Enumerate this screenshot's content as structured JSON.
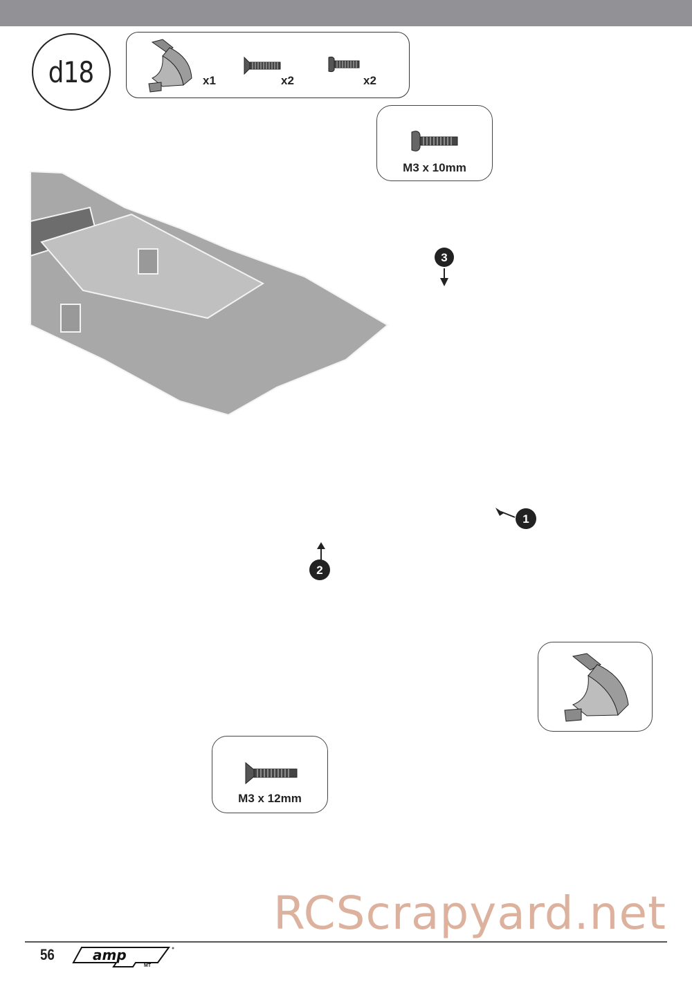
{
  "header": {
    "bar_color": "#919196"
  },
  "step": {
    "label": "d18"
  },
  "parts_box": {
    "items": [
      {
        "part": "motor-guard",
        "qty": "x1"
      },
      {
        "part": "flat-head-screw",
        "qty": "x2"
      },
      {
        "part": "button-head-screw",
        "qty": "x2"
      }
    ]
  },
  "callouts": {
    "top_screw": {
      "label": "M3 x 10mm"
    },
    "bottom_screw": {
      "label": "M3 x 12mm"
    }
  },
  "sequence_markers": [
    {
      "number": "1",
      "direction": "up-left"
    },
    {
      "number": "2",
      "direction": "up"
    },
    {
      "number": "3",
      "direction": "down"
    }
  ],
  "watermark": {
    "text": "RCScrapyard.net",
    "color": "#d7a48d"
  },
  "footer": {
    "page_number": "56",
    "brand": "amp",
    "brand_sub": "MT"
  }
}
